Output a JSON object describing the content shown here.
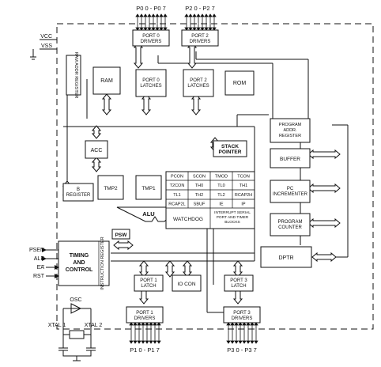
{
  "pins": {
    "vcc": "VCC",
    "vss": "VSS",
    "port0": "P0 0 - P0 7",
    "port2": "P2 0 - P2 7",
    "port1": "P1 0 - P1 7",
    "port3": "P3 0 - P3 7",
    "psen": "PSEN",
    "ale": "ALE",
    "ea": "EA",
    "rst": "RST",
    "xtal1": "XTAL 1",
    "xtal2": "XTAL 2"
  },
  "blocks": {
    "port0_drivers": [
      "PORT 0",
      "DRIVERS"
    ],
    "port2_drivers": [
      "PORT 2",
      "DRIVERS"
    ],
    "ram_addr_register": "RAM ADDR REGISTER",
    "ram": "RAM",
    "port0_latches": [
      "PORT 0",
      "LATCHES"
    ],
    "port2_latches": [
      "PORT 2",
      "LATCHES"
    ],
    "rom": "ROM",
    "acc": "ACC",
    "stack_pointer": [
      "STACK",
      "POINTER"
    ],
    "program_addr_register": [
      "PROGRAM",
      "ADDR.",
      "REGISTER"
    ],
    "buffer": "BUFFER",
    "pc_incrementer": [
      "PC",
      "INCREMENTER"
    ],
    "program_counter": [
      "PROGRAM",
      "COUNTER"
    ],
    "dptr": "DPTR",
    "b_register": [
      "B",
      "REGISTER"
    ],
    "tmp2": "TMP2",
    "tmp1": "TMP1",
    "alu": "ALU",
    "psw": "PSW",
    "sfr_table": [
      [
        "PCON",
        "SCON",
        "TMOD",
        "TCON"
      ],
      [
        "T2CON",
        "TH0",
        "TL0",
        "TH1"
      ],
      [
        "TL1",
        "TH2",
        "TL2",
        "RCAP2H"
      ],
      [
        "RCAP2L",
        "SBUF",
        "IE",
        "IP"
      ]
    ],
    "watchdog": "WATCHDOG",
    "interrupt_blocks": [
      "INTERRUPT SERIAL",
      "PORT AND TIMER",
      "BLOCKS"
    ],
    "timing_control": [
      "TIMING",
      "AND",
      "CONTROL"
    ],
    "instruction_register": "INSTRUCTION REGISTER",
    "port1_latch": [
      "PORT 1",
      "LATCH"
    ],
    "io_con": "IO CON",
    "port3_latch": [
      "PORT 3",
      "LATCH"
    ],
    "port1_drivers": [
      "PORT 1",
      "DRIVERS"
    ],
    "port3_drivers": [
      "PORT 3",
      "DRIVERS"
    ],
    "osc": "OSC"
  }
}
